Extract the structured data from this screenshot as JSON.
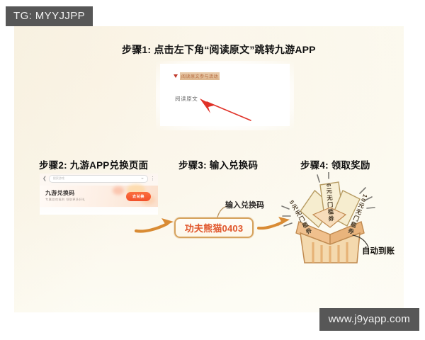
{
  "overlays": {
    "tg_tag": "TG: MYYJJPP",
    "site_tag": "www.j9yapp.com"
  },
  "steps": {
    "step1": {
      "heading": "步骤1: 点击左下角“阅读原文”跳转九游APP",
      "card": {
        "account_name": "阅读原文参与活动",
        "read_original_link": "阅读原文",
        "arrow_icon": "red-arrow-icon"
      }
    },
    "step2": {
      "heading": "步骤2: 九游APP兑换页面",
      "phone": {
        "back_icon": "chevron-left-icon",
        "search_placeholder": "搜索游戏",
        "search_caret_icon": "chevron-down-icon",
        "menu_icon": "more-menu-icon",
        "promo_title": "九游兑换码",
        "promo_sub": "专属游戏福利  领取更多好礼",
        "promo_button": "去兑换"
      }
    },
    "step3": {
      "heading": "步骤3: 输入兑换码",
      "code_label": "输入兑换码",
      "code_value": "功夫熊猫0403"
    },
    "step4": {
      "heading": "步骤4: 领取奖励",
      "tickets": [
        "5元无门槛券",
        "6元无门槛券",
        "10元无门槛券"
      ],
      "auto_credit": "自动到账",
      "giftbox_icon": "gift-box-icon"
    }
  },
  "arrows": {
    "step2_to_step3": "arrow-right-icon",
    "step3_to_step4": "arrow-right-icon"
  },
  "colors": {
    "canvas": "#fcf8ee",
    "accent_orange": "#e0552a",
    "tag_gray": "#575757",
    "code_border": "#d6a35f",
    "arrow_orange": "#d98b34"
  }
}
